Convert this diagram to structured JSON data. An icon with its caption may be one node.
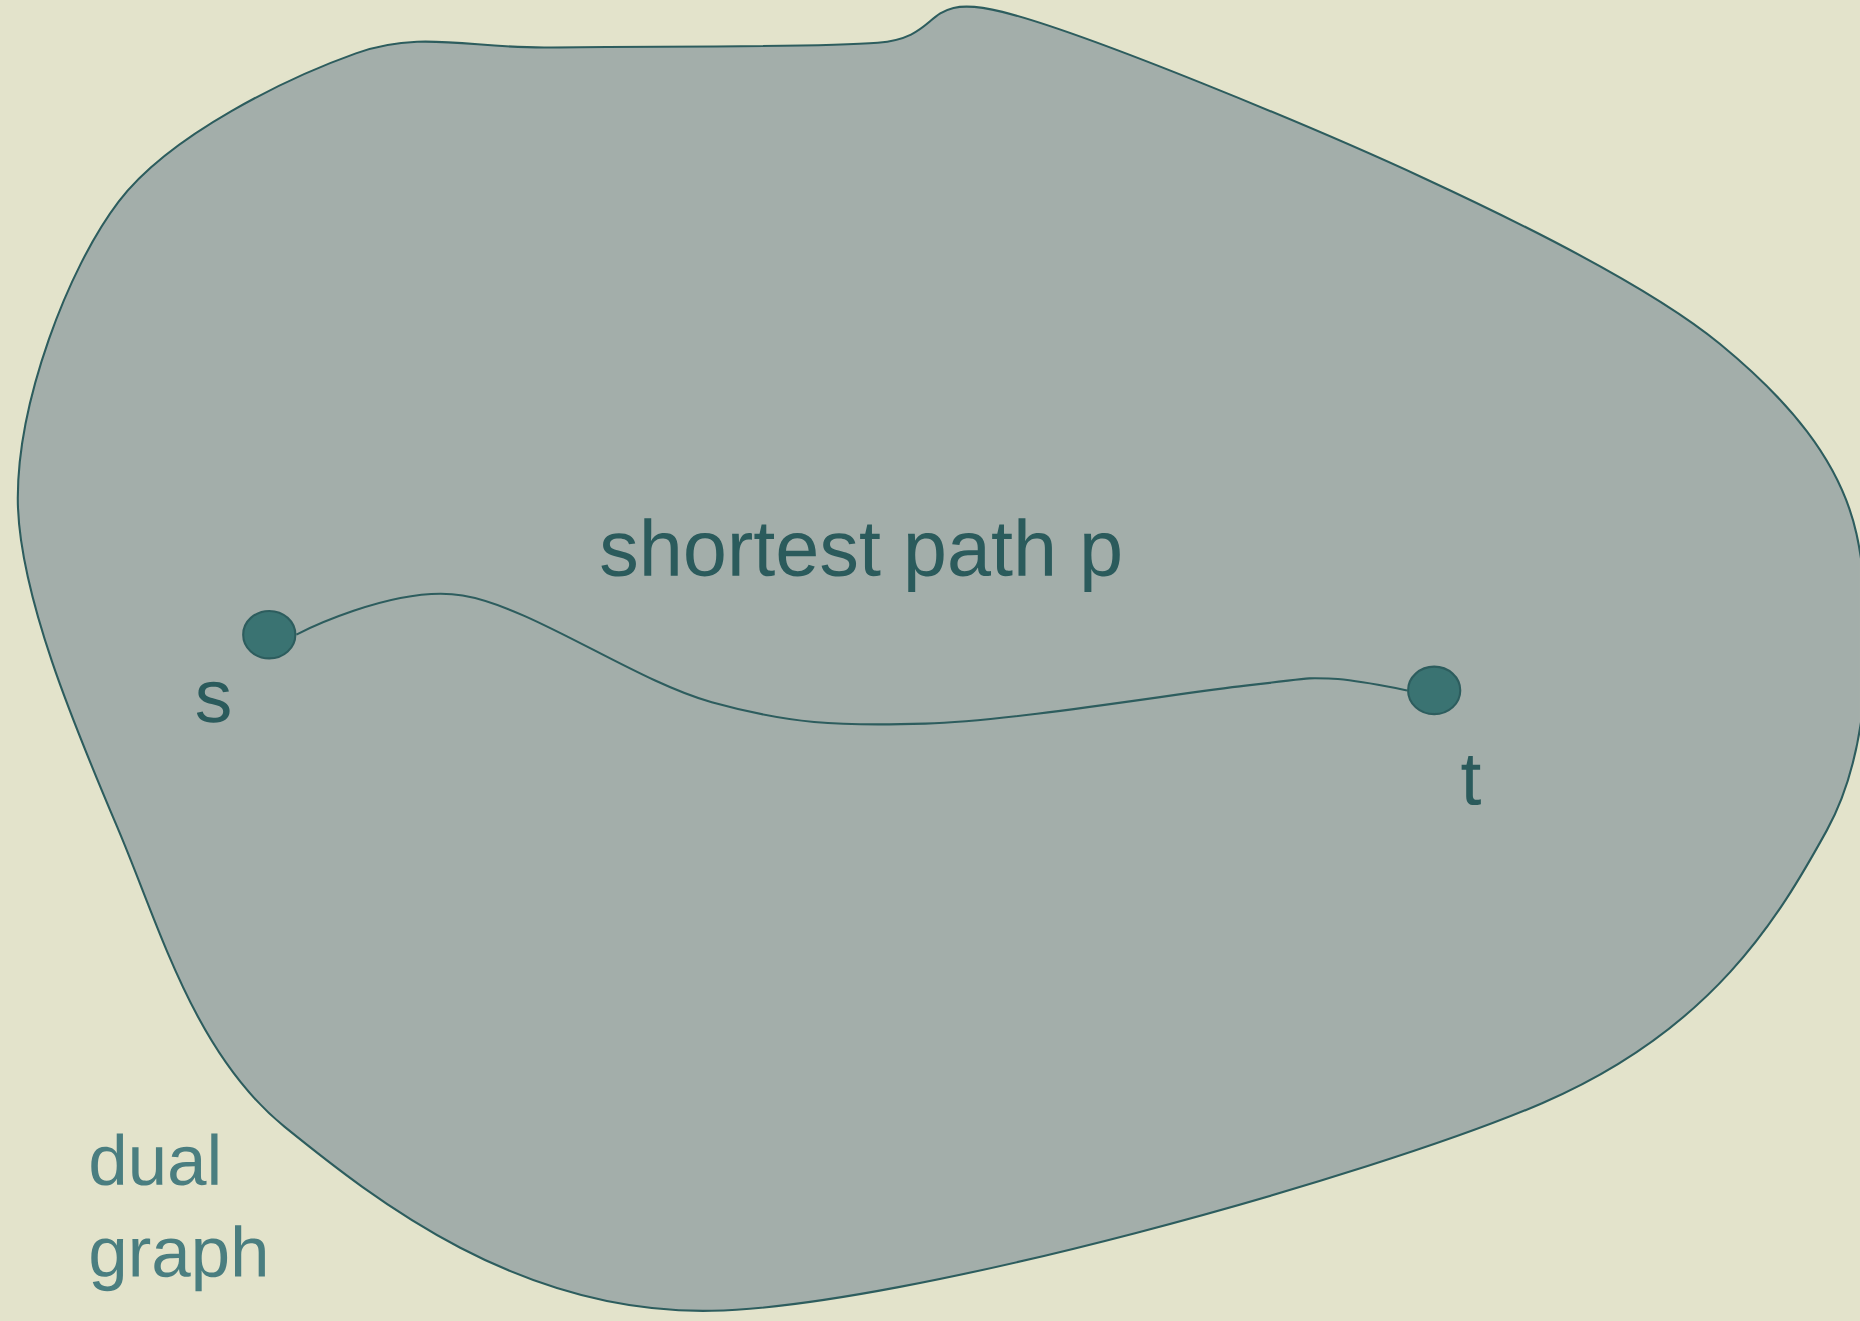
{
  "diagram": {
    "nodes": [
      {
        "text": [
          "dual graph"
        ]
      },
      {
        "text": [],
        "shape": "circle",
        "in": 0,
        "beside": [
          "s"
        ]
      },
      {
        "text": [],
        "shape": "circle",
        "in": 0,
        "beside": [
          "t"
        ]
      }
    ],
    "edges": [
      {
        "from": 1,
        "to": 2,
        "arrow": "none",
        "label": "shortest path p"
      }
    ]
  }
}
